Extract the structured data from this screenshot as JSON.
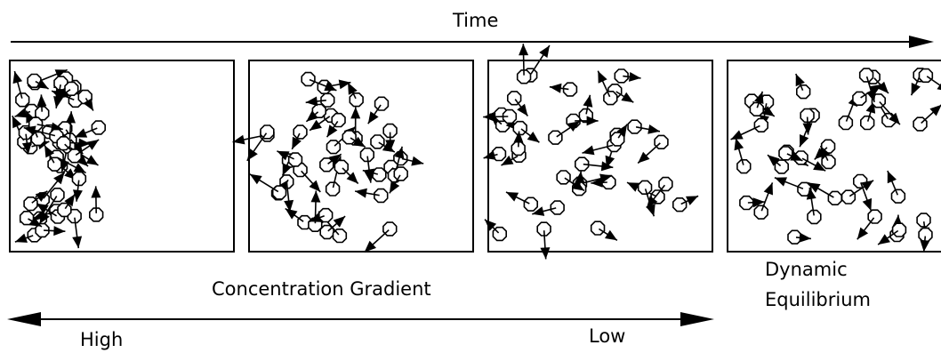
{
  "title": "Time",
  "gradient": {
    "label": "Concentration Gradient",
    "high_label": "High",
    "low_label": "Low"
  },
  "equilibrium": {
    "line1": "Dynamic",
    "line2": "Equilibrium"
  },
  "panels": [
    {
      "stage": 1,
      "particle_count": 42
    },
    {
      "stage": 2,
      "particle_count": 38
    },
    {
      "stage": 3,
      "particle_count": 36
    },
    {
      "stage": 4,
      "particle_count": 38
    }
  ],
  "colors": {
    "ink": "#000000",
    "background": "#ffffff"
  }
}
